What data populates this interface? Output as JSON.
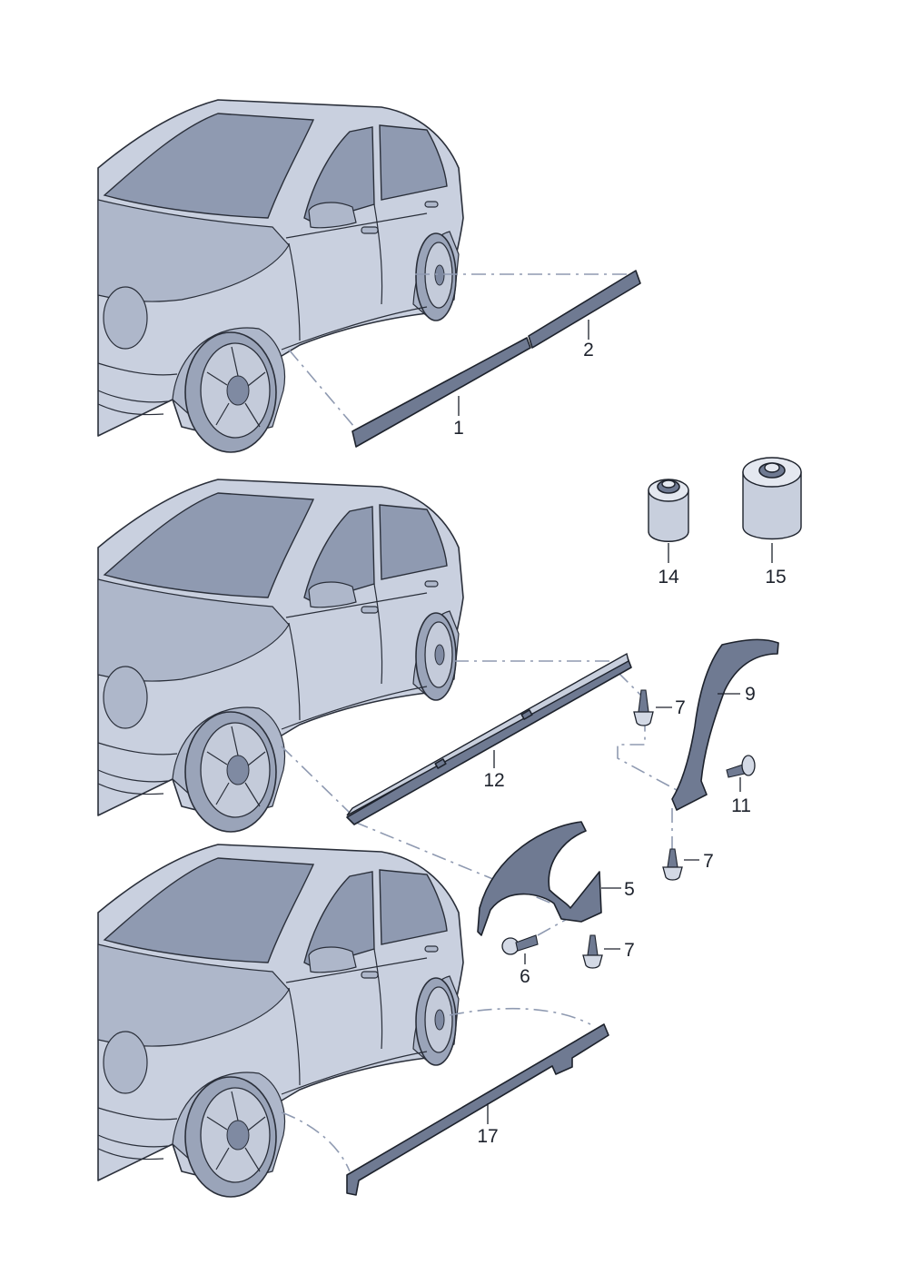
{
  "callouts": {
    "c1": "1",
    "c2": "2",
    "c5": "5",
    "c6": "6",
    "c7a": "7",
    "c7b": "7",
    "c7c": "7",
    "c9": "9",
    "c11": "11",
    "c12": "12",
    "c14": "14",
    "c15": "15",
    "c17": "17"
  }
}
